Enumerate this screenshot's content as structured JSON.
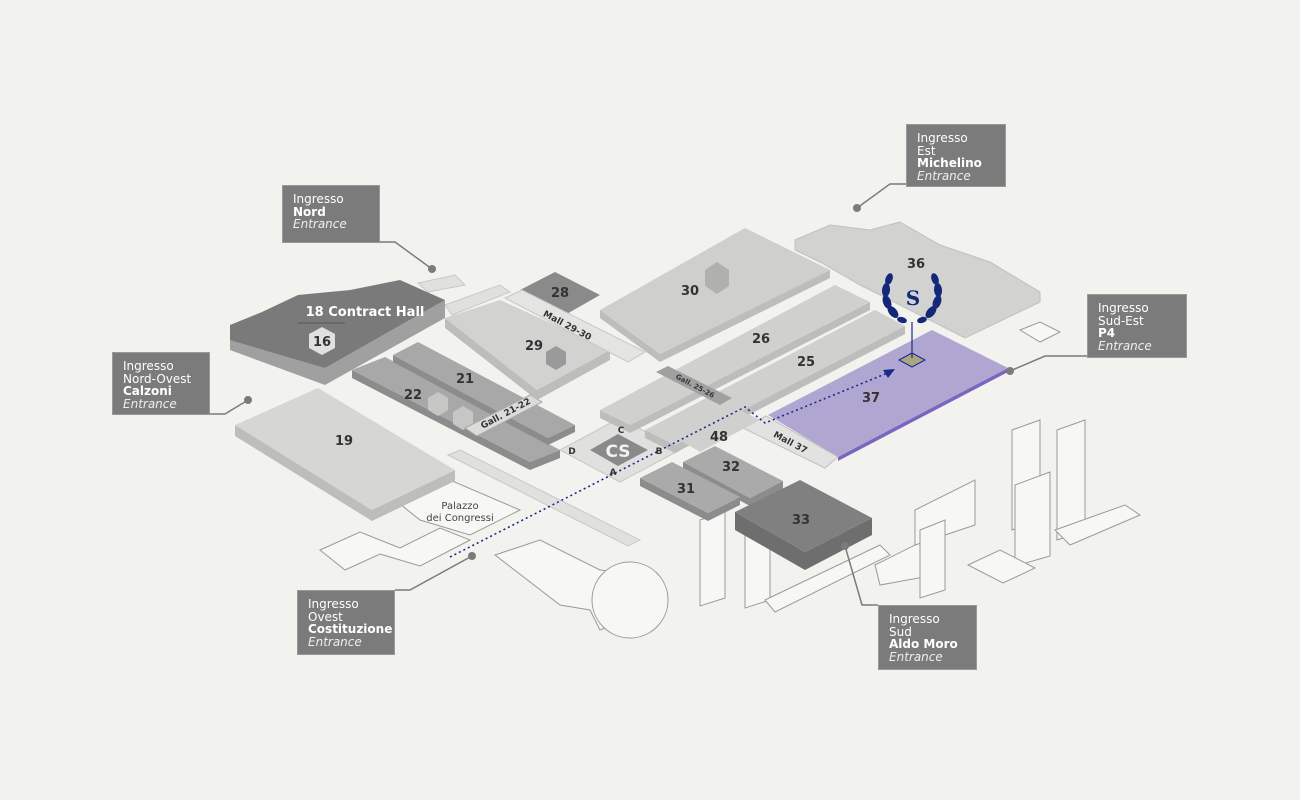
{
  "map": {
    "halls": {
      "h18": "18  Contract Hall",
      "h16": "16",
      "h19": "19",
      "h21": "21",
      "h22": "22",
      "h28": "28",
      "h29": "29",
      "h30": "30",
      "h26": "26",
      "h25": "25",
      "h36": "36",
      "h37": "37",
      "h48": "48",
      "h32": "32",
      "h31": "31",
      "h33": "33",
      "cs": "CS",
      "gate_a": "A",
      "gate_b": "B",
      "gate_c": "C",
      "gate_d": "D"
    },
    "malls": {
      "mall_29_30": "Mall 29-30",
      "gall_21_22": "Gall. 21-22",
      "gall_25_26": "Gall. 25-26",
      "mall_37": "Mall 37"
    },
    "palazzo": [
      "Palazzo",
      "dei Congressi"
    ],
    "logo_letter": "S",
    "colors": {
      "highlight": "#b0a6d2",
      "route": "#1a2a8a",
      "callout": "#7b7b7b"
    }
  },
  "entrances": [
    {
      "lines": [
        "Ingresso",
        "Nord"
      ],
      "entrance": "Entrance"
    },
    {
      "lines": [
        "Ingresso",
        "Nord-Ovest",
        "Calzoni"
      ],
      "entrance": "Entrance"
    },
    {
      "lines": [
        "Ingresso",
        "Est",
        "Michelino"
      ],
      "entrance": "Entrance"
    },
    {
      "lines": [
        "Ingresso",
        "Sud-Est",
        "P4"
      ],
      "entrance": "Entrance"
    },
    {
      "lines": [
        "Ingresso",
        "Ovest",
        "Costituzione"
      ],
      "entrance": "Entrance"
    },
    {
      "lines": [
        "Ingresso",
        "Sud",
        "Aldo Moro"
      ],
      "entrance": "Entrance"
    }
  ]
}
